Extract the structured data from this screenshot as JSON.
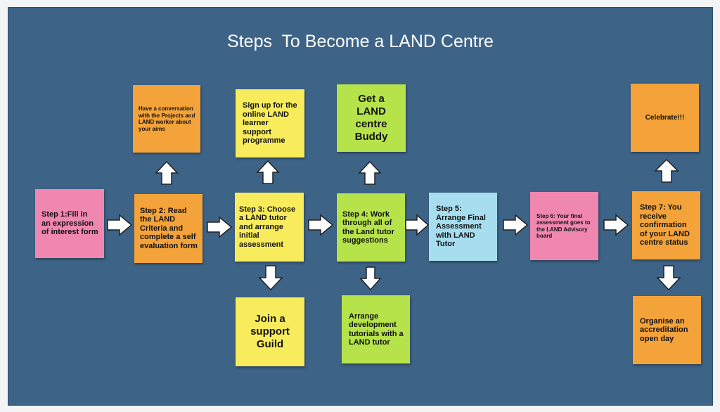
{
  "diagram": {
    "title": "Steps  To Become a LAND Centre",
    "colors": {
      "background": "#3d6386",
      "pink": "#f087b0",
      "orange": "#f3a33a",
      "yellow": "#f8ec5c",
      "green": "#b6e34a",
      "blue": "#a6def0"
    },
    "arrow_icon": "block-arrow-icon",
    "notes": [
      {
        "id": "step-1",
        "text": "Step 1:Fill in an expression of interest form",
        "color": "#f087b0"
      },
      {
        "id": "conversation",
        "text": "Have a conversation with the Projects and LAND worker about your aims",
        "color": "#f3a33a"
      },
      {
        "id": "step-2",
        "text": "Step 2: Read the LAND Criteria and complete a self evaluation form",
        "color": "#f3a33a"
      },
      {
        "id": "sign-up",
        "text": "Sign up for the online LAND learner support programme",
        "color": "#f8ec5c"
      },
      {
        "id": "step-3",
        "text": "Step 3: Choose a LAND tutor and arrange initial assessment",
        "color": "#f8ec5c"
      },
      {
        "id": "join-guild",
        "text": "Join a support Guild",
        "color": "#f8ec5c"
      },
      {
        "id": "buddy",
        "text": "Get a LAND centre Buddy",
        "color": "#b6e34a"
      },
      {
        "id": "step-4",
        "text": "Step 4: Work through all of the Land tutor suggestions",
        "color": "#b6e34a"
      },
      {
        "id": "tutorials",
        "text": "Arrange development tutorials with a LAND tutor",
        "color": "#b6e34a"
      },
      {
        "id": "step-5",
        "text": "Step 5: Arrange Final Assessment with LAND Tutor",
        "color": "#a6def0"
      },
      {
        "id": "step-6",
        "text": "Step 6: Your final assessment goes to the LAND Advisory board",
        "color": "#f087b0"
      },
      {
        "id": "celebrate",
        "text": "Celebrate!!!",
        "color": "#f3a33a"
      },
      {
        "id": "step-7",
        "text": "Step 7: You receive confirmation of your LAND centre status",
        "color": "#f3a33a"
      },
      {
        "id": "open-day",
        "text": "Organise an accreditation open day",
        "color": "#f3a33a"
      }
    ]
  }
}
